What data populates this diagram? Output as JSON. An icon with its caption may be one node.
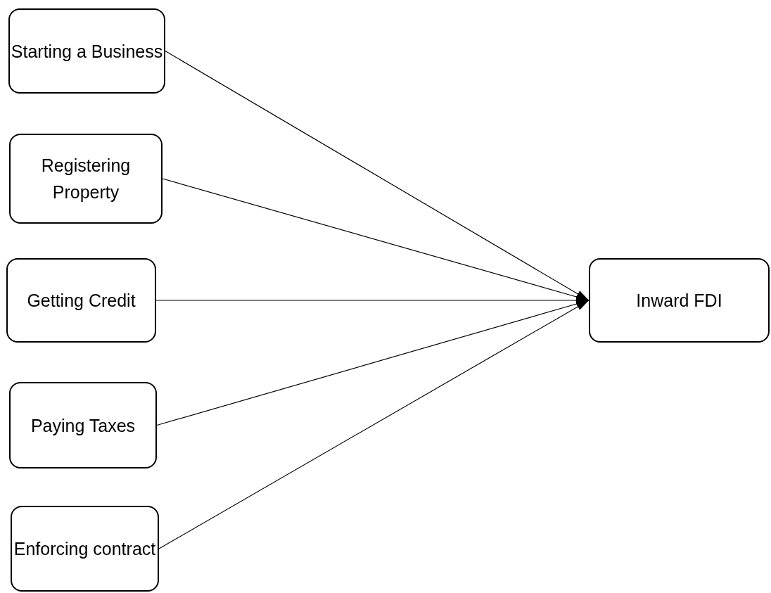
{
  "diagram": {
    "nodes": [
      {
        "text": [
          "Starting a Business"
        ]
      },
      {
        "text": [
          "Registering Property"
        ]
      },
      {
        "text": [
          "Getting Credit"
        ]
      },
      {
        "text": [
          "Paying Taxes"
        ]
      },
      {
        "text": [
          "Enforcing contract"
        ]
      },
      {
        "text": [
          "Inward FDI"
        ]
      }
    ],
    "edges": [
      {
        "from": 0,
        "to": 5,
        "arrow": "to"
      },
      {
        "from": 1,
        "to": 5,
        "arrow": "to"
      },
      {
        "from": 2,
        "to": 5,
        "arrow": "to"
      },
      {
        "from": 3,
        "to": 5,
        "arrow": "to"
      },
      {
        "from": 4,
        "to": 5,
        "arrow": "to"
      }
    ]
  }
}
